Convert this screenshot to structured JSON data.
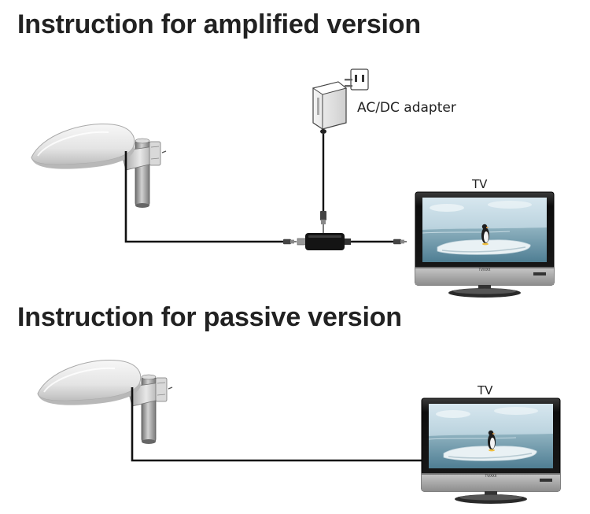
{
  "amplified": {
    "title": "Instruction for amplified version",
    "adapter_label": "AC/DC adapter",
    "tv_label": "TV"
  },
  "passive": {
    "title": "Instruction for passive version",
    "tv_label": "TV"
  },
  "tv_brand": "TV/XXX"
}
